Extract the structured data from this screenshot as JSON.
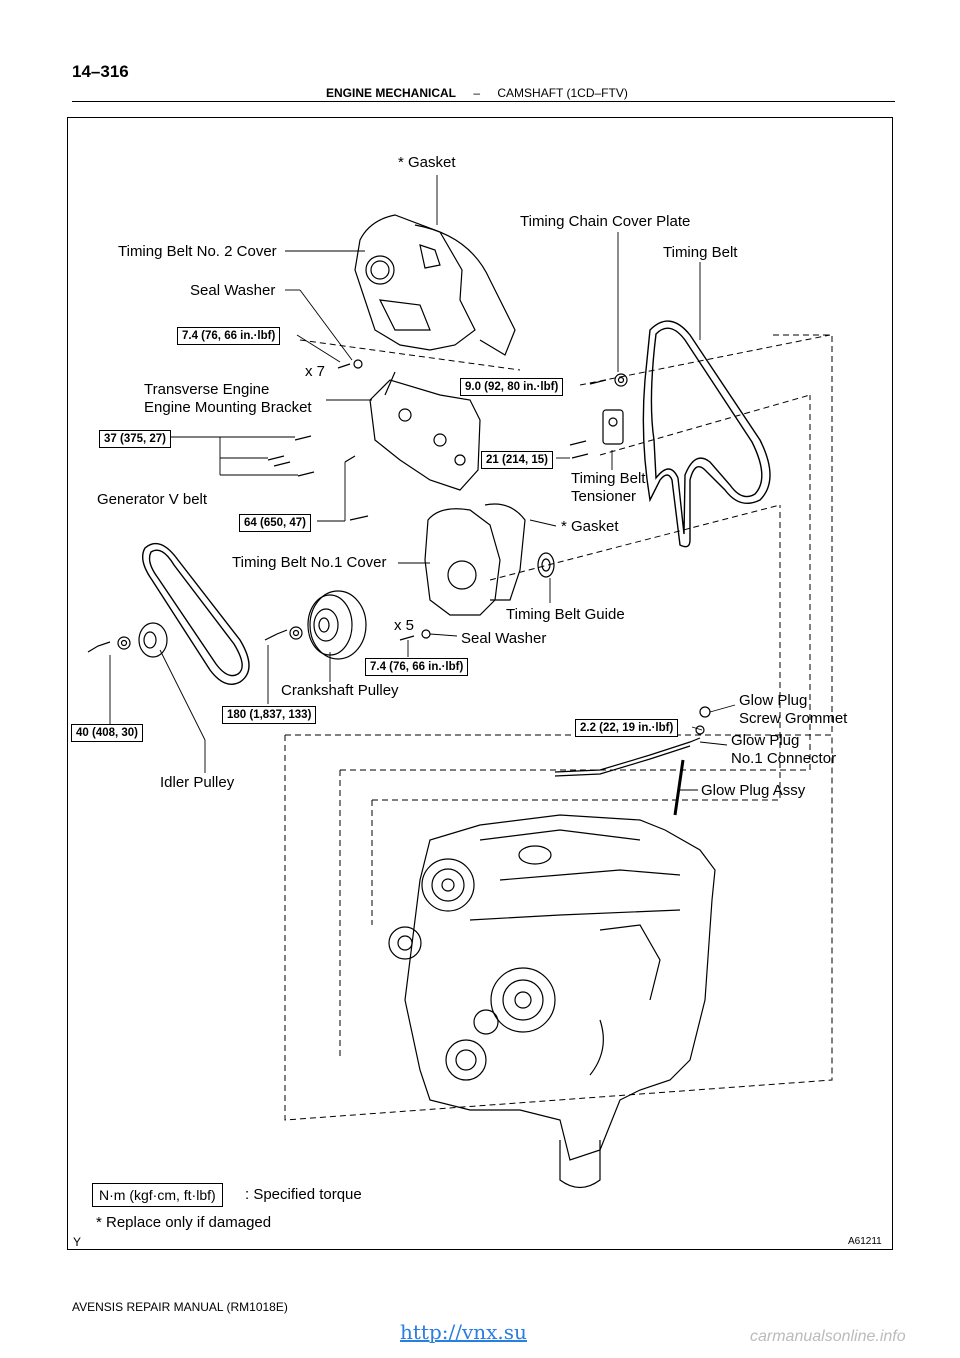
{
  "header": {
    "page_number": "14–316",
    "section": "ENGINE MECHANICAL",
    "separator": "–",
    "subsection": "CAMSHAFT (1CD–FTV)"
  },
  "labels": {
    "gasket_top": "* Gasket",
    "timing_chain_cover_plate": "Timing Chain Cover Plate",
    "timing_belt_no2_cover": "Timing Belt No. 2 Cover",
    "timing_belt": "Timing Belt",
    "seal_washer_top": "Seal Washer",
    "x7": "x 7",
    "transverse_engine_1": "Transverse Engine",
    "transverse_engine_2": "Engine Mounting Bracket",
    "timing_belt_tensioner_1": "Timing Belt",
    "timing_belt_tensioner_2": "Tensioner",
    "generator_v_belt": "Generator V belt",
    "gasket_mid": "* Gasket",
    "timing_belt_no1_cover": "Timing Belt No.1 Cover",
    "timing_belt_guide": "Timing Belt Guide",
    "x5": "x 5",
    "seal_washer_mid": "Seal Washer",
    "crankshaft_pulley": "Crankshaft Pulley",
    "glow_plug_grommet_1": "Glow Plug",
    "glow_plug_grommet_2": "Screw Grommet",
    "glow_plug_connector_1": "Glow Plug",
    "glow_plug_connector_2": "No.1 Connector",
    "glow_plug_assy": "Glow Plug Assy",
    "idler_pulley": "Idler Pulley"
  },
  "torques": {
    "t1": "7.4 (76, 66 in.·lbf)",
    "t2": "9.0 (92, 80 in.·lbf)",
    "t3": "37 (375, 27)",
    "t4": "21 (214, 15)",
    "t5": "64 (650, 47)",
    "t6": "7.4 (76, 66 in.·lbf)",
    "t7": "180 (1,837, 133)",
    "t8": "40 (408, 30)",
    "t9": "2.2 (22, 19 in.·lbf)"
  },
  "legend": {
    "unit_box": "N·m (kgf·cm, ft·lbf)",
    "unit_desc": ": Specified torque",
    "note": "* Replace only if damaged"
  },
  "corner": {
    "left_mark": "Y",
    "figure_id": "A61211"
  },
  "footer": {
    "manual": "AVENSIS REPAIR MANUAL   (RM1018E)"
  },
  "watermark": {
    "url": "http://vnx.su",
    "site": "carmanualsonline.info"
  }
}
